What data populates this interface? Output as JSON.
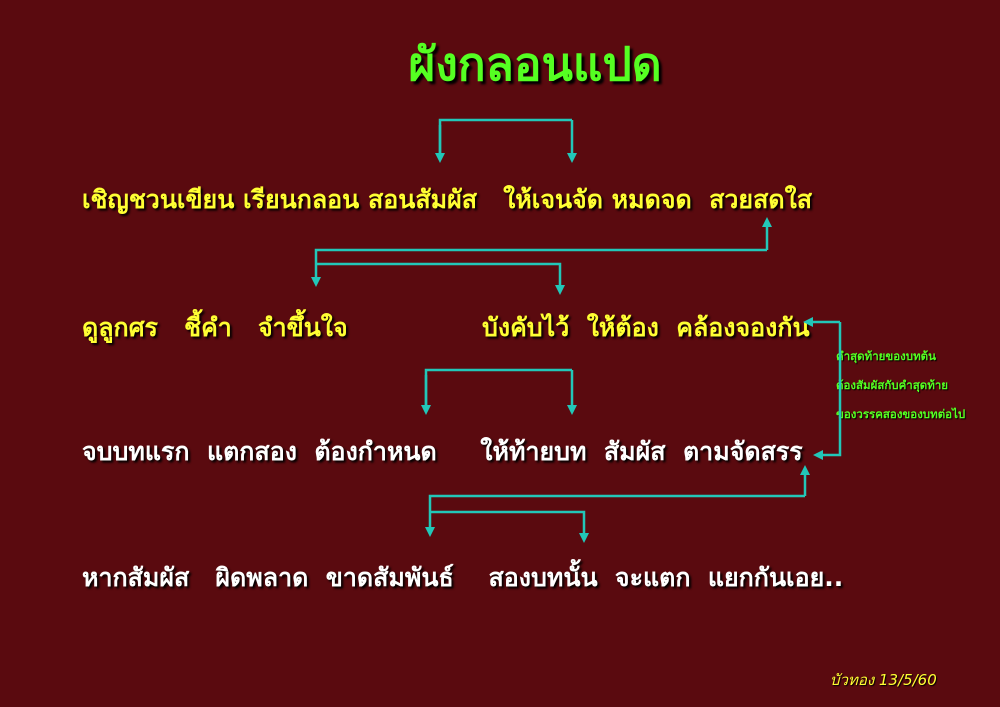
{
  "title": "ผังกลอนแปด",
  "verse": {
    "line1": "เชิญชวนเขียน เรียนกลอน สอนสัมผัส   ให้เจนจัด หมดจด  สวยสดใส",
    "line2_left": "ดูลูกศร   ชี้คำ   จำขึ้นใจ",
    "line2_right": "บังคับไว้  ให้ต้อง  คล้องจองกัน",
    "line3": "จบบทแรก  แตกสอง  ต้องกำหนด     ให้ท้ายบท  สัมผัส  ตามจัดสรร",
    "line4": "หากสัมผัส   ผิดพลาด  ขาดสัมพันธ์    สองบทนั้น  จะแตก  แยกกันเอย.."
  },
  "note": [
    "คำสุดท้ายของบทต้น",
    "ต้องสัมผัสกับคำสุดท้าย",
    "ของวรรคสองของบทต่อไป"
  ],
  "signature": "บัวทอง 13/5/60",
  "colors": {
    "background": "#5a0a0f",
    "title": "#55ff22",
    "verse_yellow": "#ffff33",
    "verse_white": "#ffffff",
    "arrow": "#22c7b8"
  }
}
